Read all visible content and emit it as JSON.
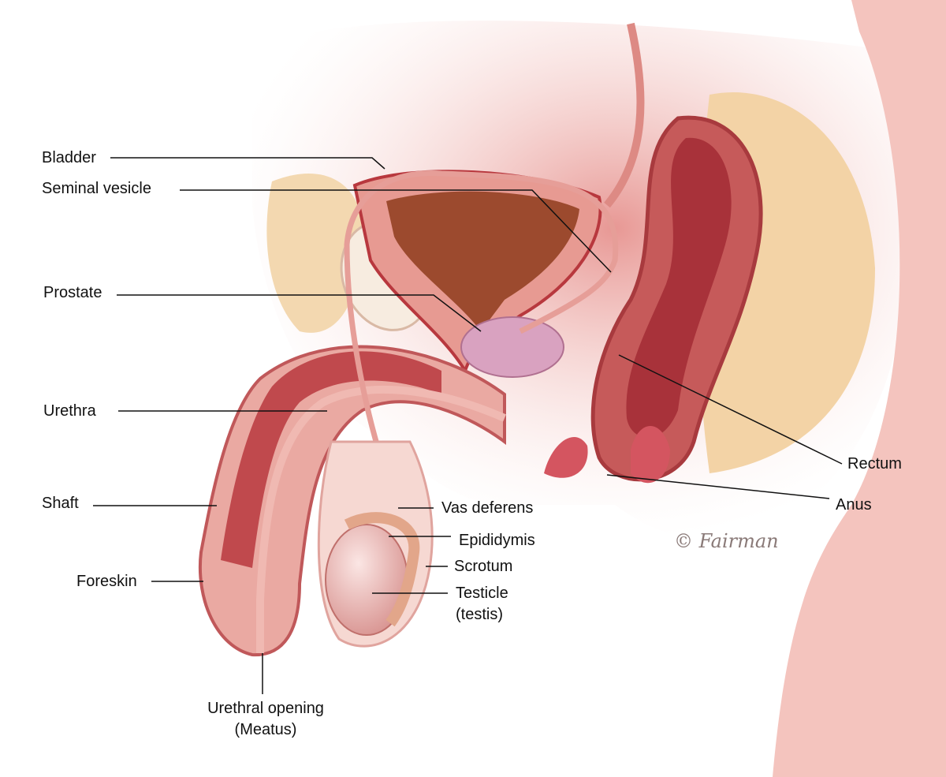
{
  "labels": {
    "bladder": "Bladder",
    "seminal_vesicle": "Seminal vesicle",
    "prostate": "Prostate",
    "urethra": "Urethra",
    "shaft": "Shaft",
    "foreskin": "Foreskin",
    "urethral_opening": "Urethral opening",
    "meatus": "(Meatus)",
    "vas_deferens": "Vas deferens",
    "epididymis": "Epididymis",
    "scrotum": "Scrotum",
    "testicle": "Testicle",
    "testis": "(testis)",
    "rectum": "Rectum",
    "anus": "Anus"
  },
  "signature": "© Fairman",
  "colors": {
    "tissue_light": "#f6d8d2",
    "tissue_mid": "#e79a92",
    "tissue_dark": "#b8383e",
    "fat": "#f3d3a6",
    "bladder_inner": "#9c4a2e",
    "leader_line": "#111111"
  }
}
